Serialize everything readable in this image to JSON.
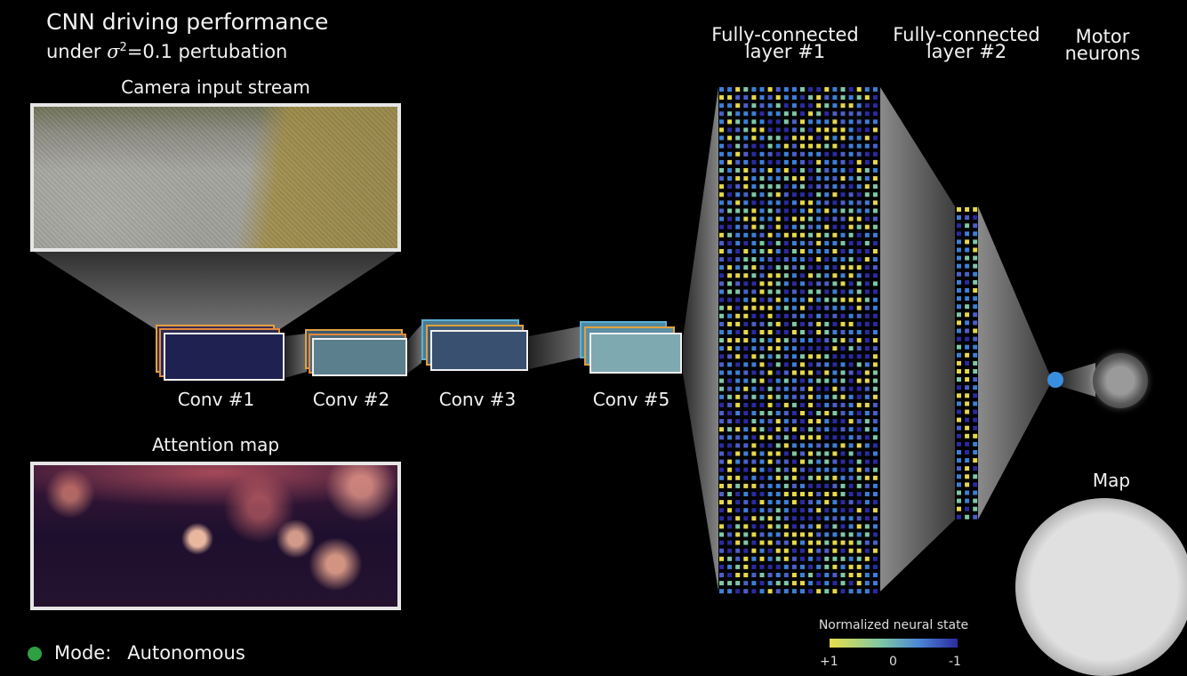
{
  "header": {
    "title": "CNN driving performance",
    "subtitle_prefix": "under",
    "subtitle_sigma": "σ",
    "subtitle_sup": "2",
    "subtitle_suffix": "=0.1 pertubation"
  },
  "panels": {
    "camera_label": "Camera input stream",
    "attention_label": "Attention map",
    "map_label": "Map"
  },
  "conv_layers": [
    {
      "label": "Conv #1"
    },
    {
      "label": "Conv #2"
    },
    {
      "label": "Conv #3"
    },
    {
      "label": "Conv #5"
    }
  ],
  "fc_layers": {
    "fc1_line1": "Fully-connected",
    "fc1_line2": "layer #1",
    "fc2_line1": "Fully-connected",
    "fc2_line2": "layer #2",
    "motor_line1": "Motor",
    "motor_line2": "neurons"
  },
  "status": {
    "mode_label": "Mode:",
    "mode_value": "Autonomous",
    "mode_color": "#2ea043"
  },
  "colorbar": {
    "title": "Normalized neural state",
    "tick_left": "+1",
    "tick_mid": "0",
    "tick_right": "-1"
  },
  "colors": {
    "neuron_palette": [
      "#e6d84a",
      "#7fc7a6",
      "#3d7fd6",
      "#2a2aa0",
      "#4b5fc8"
    ],
    "motor_neuron": "#3a8ee0",
    "map_route": "#d23a2a"
  }
}
